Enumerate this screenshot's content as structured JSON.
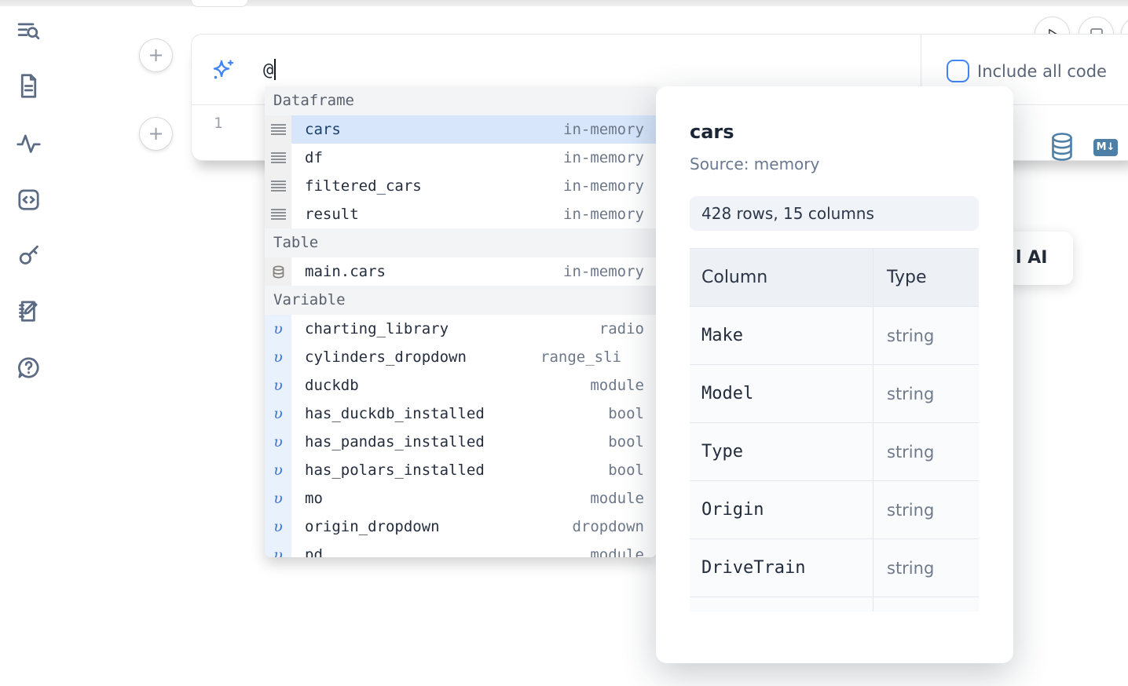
{
  "colors": {
    "accent_blue": "#4285f4",
    "selection_blue": "#d7e6fb",
    "steel_blue": "#4e7fa6",
    "sidebar_icon": "#5c6b84",
    "detail_gray": "#6d7889"
  },
  "sidebar": {
    "icons": [
      "toc-search-icon",
      "file-icon",
      "activity-icon",
      "code-cell-icon",
      "key-icon",
      "scratchpad-icon",
      "help-chat-icon"
    ]
  },
  "add_cell": {
    "plus_label": "+"
  },
  "run_controls": {
    "play": "run",
    "stop": "interrupt"
  },
  "prompt": {
    "value": "@",
    "include_all_code_label": "Include all code",
    "include_all_code_checked": false
  },
  "editor": {
    "line_number": "1",
    "markdown_badge": "M↓"
  },
  "completion": {
    "groups": [
      {
        "label": "Dataframe",
        "icon": "dataframe-rows-icon",
        "items": [
          {
            "name": "cars",
            "detail": "in-memory",
            "selected": true
          },
          {
            "name": "df",
            "detail": "in-memory",
            "selected": false
          },
          {
            "name": "filtered_cars",
            "detail": "in-memory",
            "selected": false
          },
          {
            "name": "result",
            "detail": "in-memory",
            "selected": false
          }
        ]
      },
      {
        "label": "Table",
        "icon": "database-icon",
        "items": [
          {
            "name": "main.cars",
            "detail": "in-memory",
            "selected": false
          }
        ]
      },
      {
        "label": "Variable",
        "icon": "variable-icon",
        "items": [
          {
            "name": "charting_library",
            "detail": "radio",
            "selected": false
          },
          {
            "name": "cylinders_dropdown",
            "detail": "range_sli",
            "selected": false
          },
          {
            "name": "duckdb",
            "detail": "module",
            "selected": false
          },
          {
            "name": "has_duckdb_installed",
            "detail": "bool",
            "selected": false
          },
          {
            "name": "has_pandas_installed",
            "detail": "bool",
            "selected": false
          },
          {
            "name": "has_polars_installed",
            "detail": "bool",
            "selected": false
          },
          {
            "name": "mo",
            "detail": "module",
            "selected": false
          },
          {
            "name": "origin_dropdown",
            "detail": "dropdown",
            "selected": false
          },
          {
            "name": "pd",
            "detail": "module",
            "selected": false
          }
        ]
      }
    ]
  },
  "preview": {
    "title": "cars",
    "source_label": "Source: memory",
    "shape_badge": "428 rows, 15 columns",
    "table": {
      "headers": [
        "Column",
        "Type"
      ],
      "rows": [
        [
          "Make",
          "string"
        ],
        [
          "Model",
          "string"
        ],
        [
          "Type",
          "string"
        ],
        [
          "Origin",
          "string"
        ],
        [
          "DriveTrain",
          "string"
        ]
      ]
    }
  },
  "ai_card": {
    "visible_label": "l AI"
  }
}
